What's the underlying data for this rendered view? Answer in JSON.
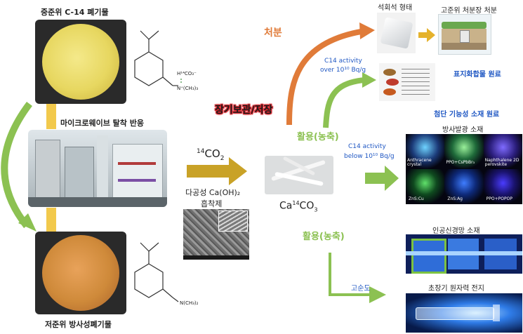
{
  "colors": {
    "green": "#8cc152",
    "orange": "#e07b39",
    "gold": "#c9a227",
    "red": "#d8262e",
    "blue": "#1f57c3",
    "resin_yellow": "#e8d86a",
    "resin_orange": "#cf8a3a"
  },
  "left": {
    "top_label": "중준위  C-14 폐기물",
    "middle_label": "마이크로웨이브 탈착 반응",
    "bottom_label": "저준위 방사성폐기물"
  },
  "molecule": {
    "top_groups": [
      "H¹⁴CO₃⁻",
      "N⁺(CH₃)₃"
    ],
    "bottom_group": "N(CH₃)₂"
  },
  "center": {
    "co2_label_sup": "14",
    "co2_label_main": "CO",
    "co2_label_sub": "2",
    "adsorbent_line1": "다공성 Ca(OH)₂",
    "adsorbent_line2": "흡착제",
    "product_prefix": "Ca",
    "product_sup": "14",
    "product_suffix": "CO",
    "product_sub": "3"
  },
  "branches": {
    "storage": "장기보관/저장",
    "disposal": "처분",
    "use_upper": "활용(농축)",
    "use_lower": "활용(농축)",
    "high_activity_line1": "C14 activity",
    "high_activity_line2": "over 10¹⁰ Bq/g",
    "low_activity_line1": "C14 activity",
    "low_activity_line2": "below 10¹⁰ Bq/g",
    "high_purity": "고순도"
  },
  "right": {
    "limestone": "석회석 형태",
    "disposal_site": "고준위 처분장 처분",
    "labeled_compound": "표지화합물 원료",
    "advanced_material": "첨단 기능성 소재 원료",
    "scintillator": "방사발광 소재",
    "neuromorphic": "인공신경망 소재",
    "battery": "초장기 원자력 전지"
  },
  "scintillator_grid": [
    "Anthracene crystal",
    "PPO+CsPbBr₃",
    "Naphthalene 2D perovskite",
    "ZnS:Cu",
    "ZnS:Ag",
    "PPO+POPOP"
  ]
}
